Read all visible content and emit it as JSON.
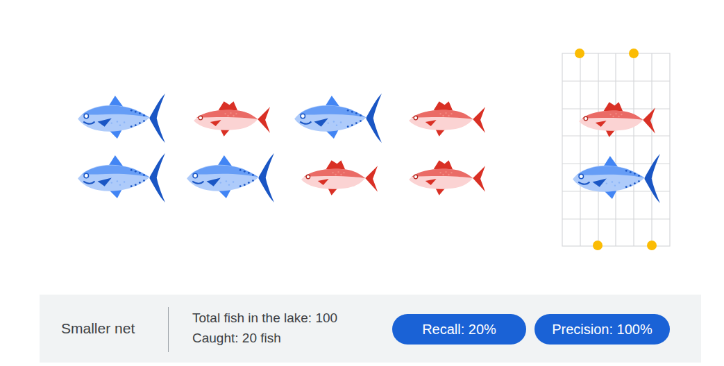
{
  "diagram": {
    "nodes": [
      {
        "text": [
          "Smaller net",
          "Total fish in the lake: 100",
          "Caught: 20 fish"
        ]
      },
      {
        "text": [
          "Recall: 20%"
        ],
        "in": 0
      },
      {
        "text": [
          "Precision: 100%"
        ],
        "in": 0
      }
    ]
  }
}
